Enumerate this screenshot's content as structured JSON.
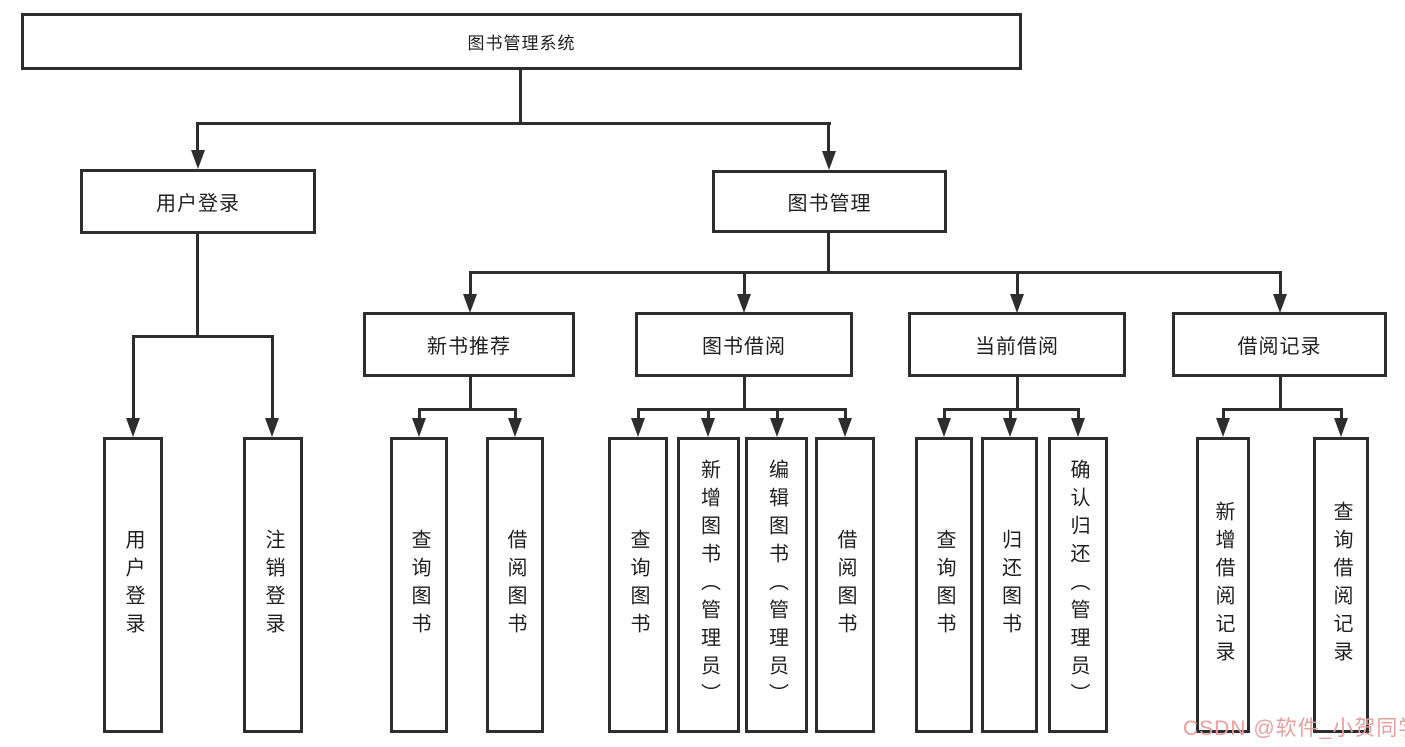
{
  "diagram": {
    "root": "图书管理系统",
    "level2": {
      "user_login": "用户登录",
      "book_management": "图书管理"
    },
    "level3": {
      "new_book": "新书推荐",
      "book_borrow": "图书借阅",
      "current_borrow": "当前借阅",
      "borrow_record": "借阅记录"
    },
    "leaves": {
      "user_login": [
        "用户登录",
        "注销登录"
      ],
      "new_book": [
        "查询图书",
        "借阅图书"
      ],
      "book_borrow": [
        "查询图书",
        "新增图书（管理员）",
        "编辑图书（管理员）",
        "借阅图书"
      ],
      "current_borrow": [
        "查询图书",
        "归还图书",
        "确认归还（管理员）"
      ],
      "borrow_record": [
        "新增借阅记录",
        "查询借阅记录"
      ]
    }
  },
  "watermark": {
    "text": "CSDN @软件_小贺同学",
    "color": "#e79f9d"
  },
  "colors": {
    "line": "#2d2d2d",
    "background": "#ffffff",
    "text": "#1f1f1f"
  }
}
